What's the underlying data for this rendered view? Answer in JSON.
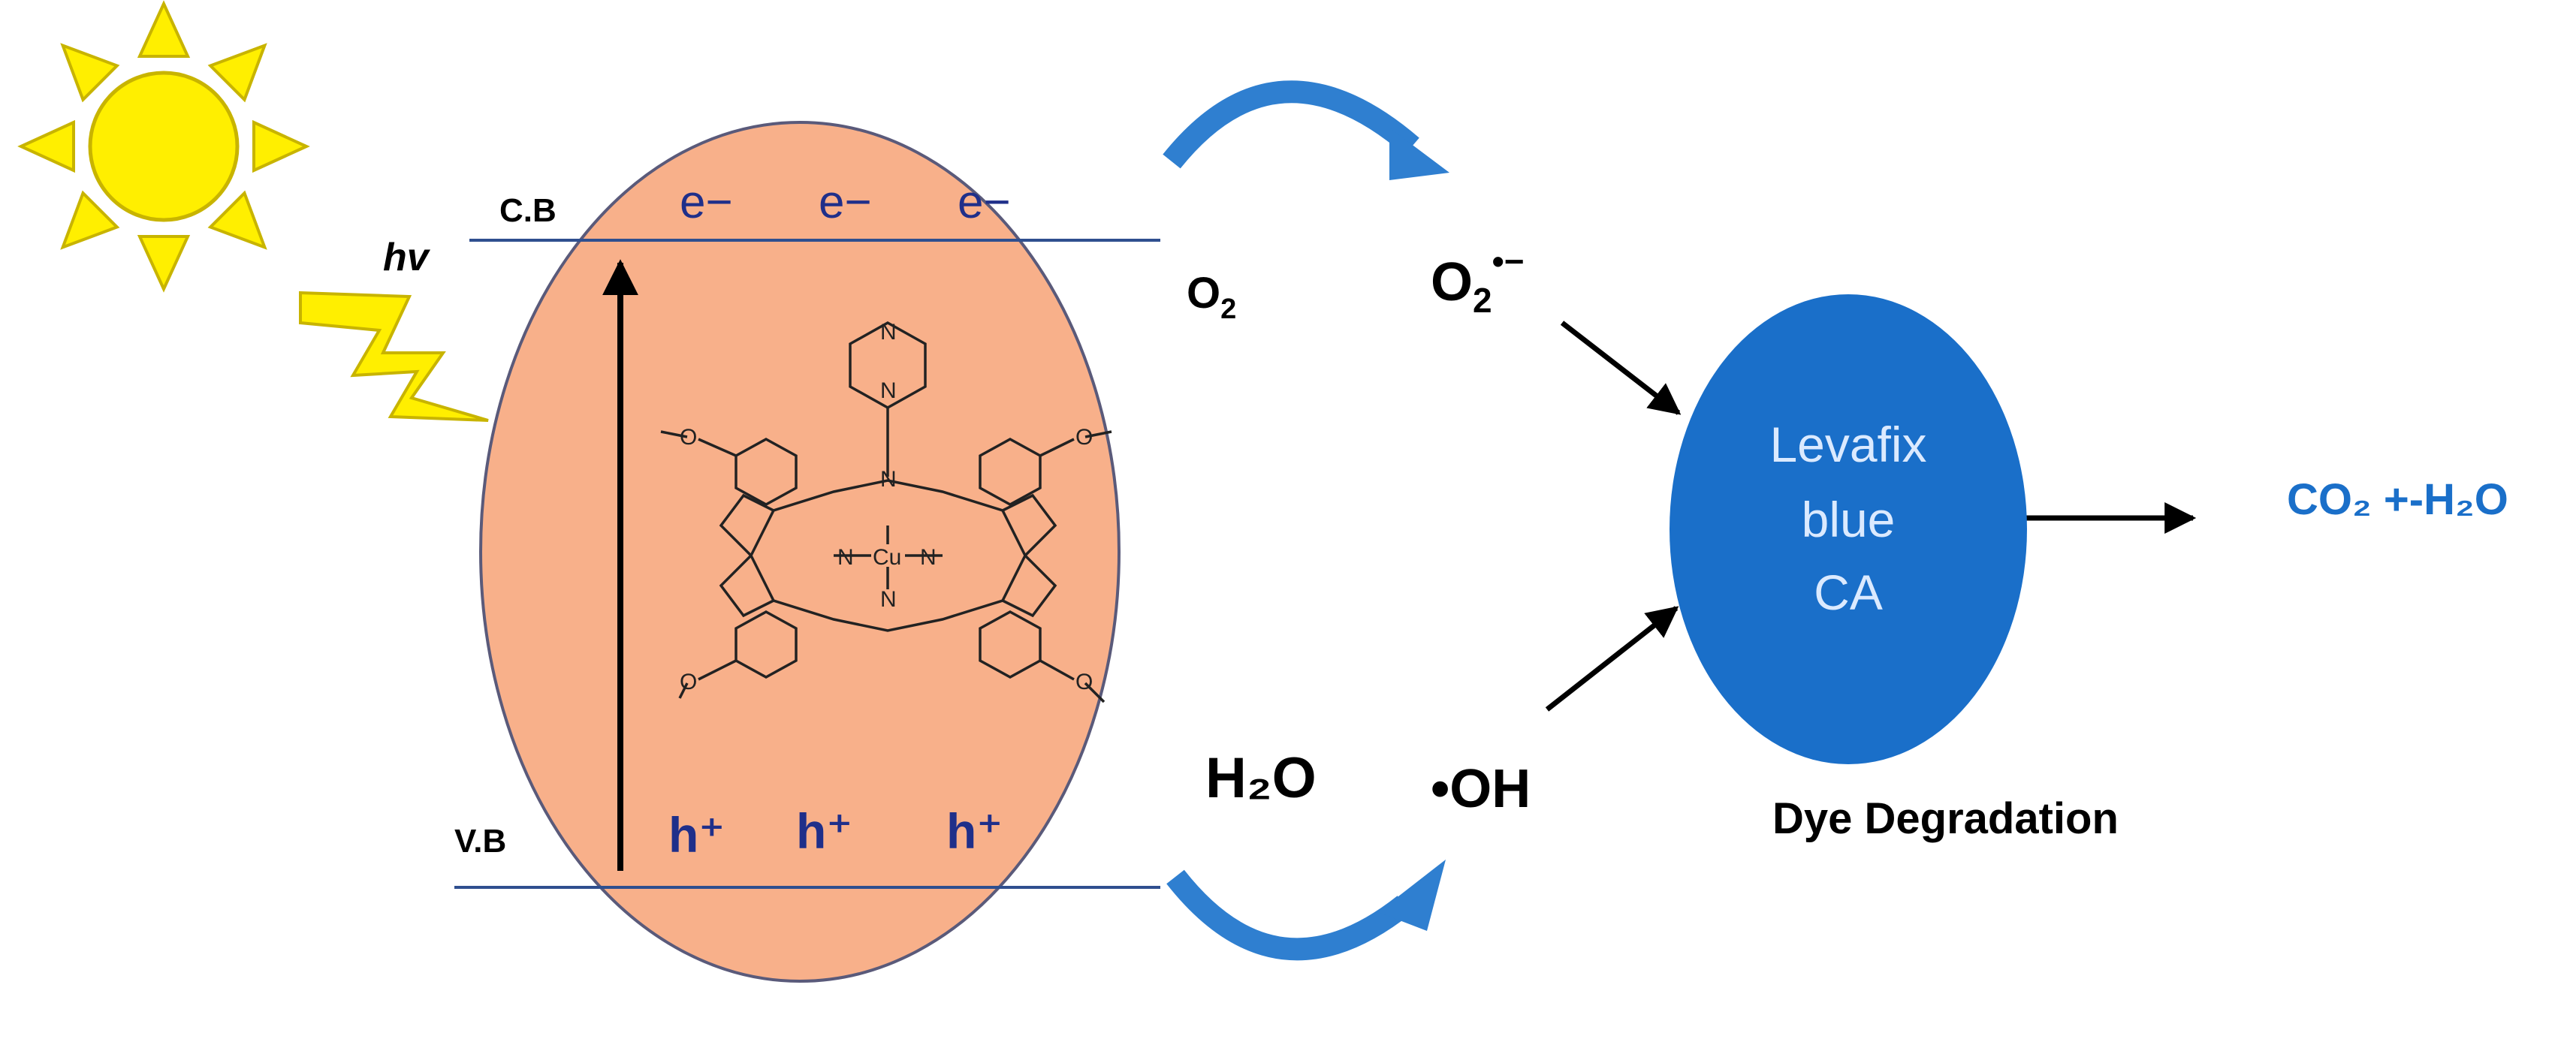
{
  "labels": {
    "conduction_band": "C.B",
    "valence_band": "V.B",
    "photon": "hv",
    "electron": "e−",
    "hole": "h⁺",
    "o2_prefix": "O",
    "o2_sub": "2",
    "superoxide_prefix": "O",
    "superoxide_sub": "2",
    "superoxide_sup": "•−",
    "water": "H₂O",
    "hydroxyl": "•OH",
    "dye_line1": "Levafix",
    "dye_line2": "blue",
    "dye_line3": "CA",
    "products": "CO₂ +-H₂O",
    "caption": "Dye Degradation"
  },
  "molecule": {
    "metal": "Cu",
    "nitrogen": "N",
    "oxygen": "O"
  },
  "colors": {
    "particle_fill": "#f8b08a",
    "band_line": "#2f4f8f",
    "carrier_text": "#1f2f8a",
    "curved_arrow": "#2f7fd0",
    "dye_fill": "#1a6fc9",
    "product_text": "#1a6fc9",
    "sun": "#ffef00"
  }
}
